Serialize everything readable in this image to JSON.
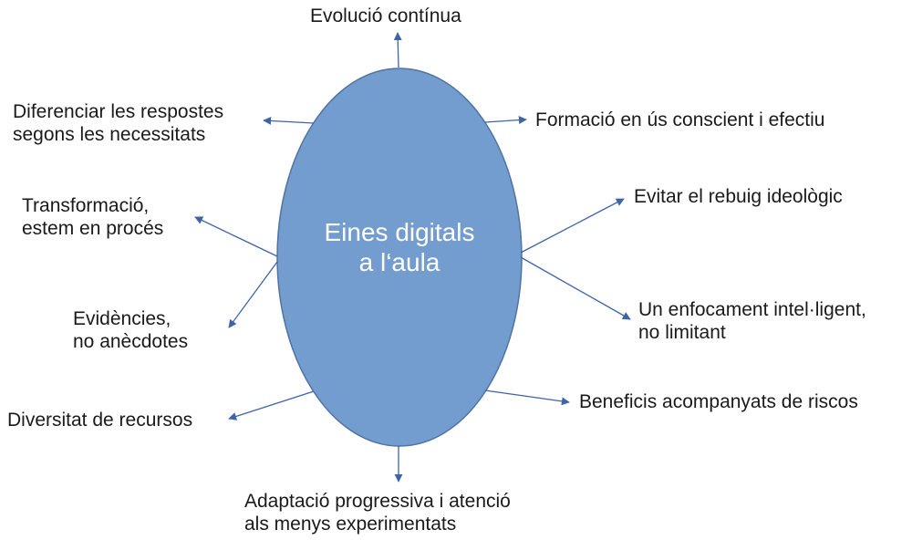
{
  "diagram": {
    "center": {
      "lines": [
        "Eines digitals",
        "a l‘aula"
      ],
      "fill_color": "#749dcf",
      "stroke_color": "#4f73a3"
    },
    "arrow_color": "#3e63a8",
    "labels": {
      "evolucio": {
        "lines": [
          "Evolució contínua"
        ]
      },
      "diferenciar": {
        "lines": [
          "Diferenciar les respostes",
          "segons les necessitats"
        ]
      },
      "formacio": {
        "lines": [
          "Formació en ús conscient i efectiu"
        ]
      },
      "transformacio": {
        "lines": [
          "Transformació,",
          "estem en procés"
        ]
      },
      "evitar": {
        "lines": [
          "Evitar el rebuig ideològic"
        ]
      },
      "evidencies": {
        "lines": [
          "Evidències,",
          "no anècdotes"
        ]
      },
      "enfocament": {
        "lines": [
          "Un enfocament intel·ligent,",
          "no limitant"
        ]
      },
      "diversitat": {
        "lines": [
          "Diversitat de recursos"
        ]
      },
      "beneficis": {
        "lines": [
          "Beneficis acompanyats de riscos"
        ]
      },
      "adaptacio": {
        "lines": [
          "Adaptació progressiva i atenció",
          "als menys experimentats"
        ]
      }
    }
  }
}
